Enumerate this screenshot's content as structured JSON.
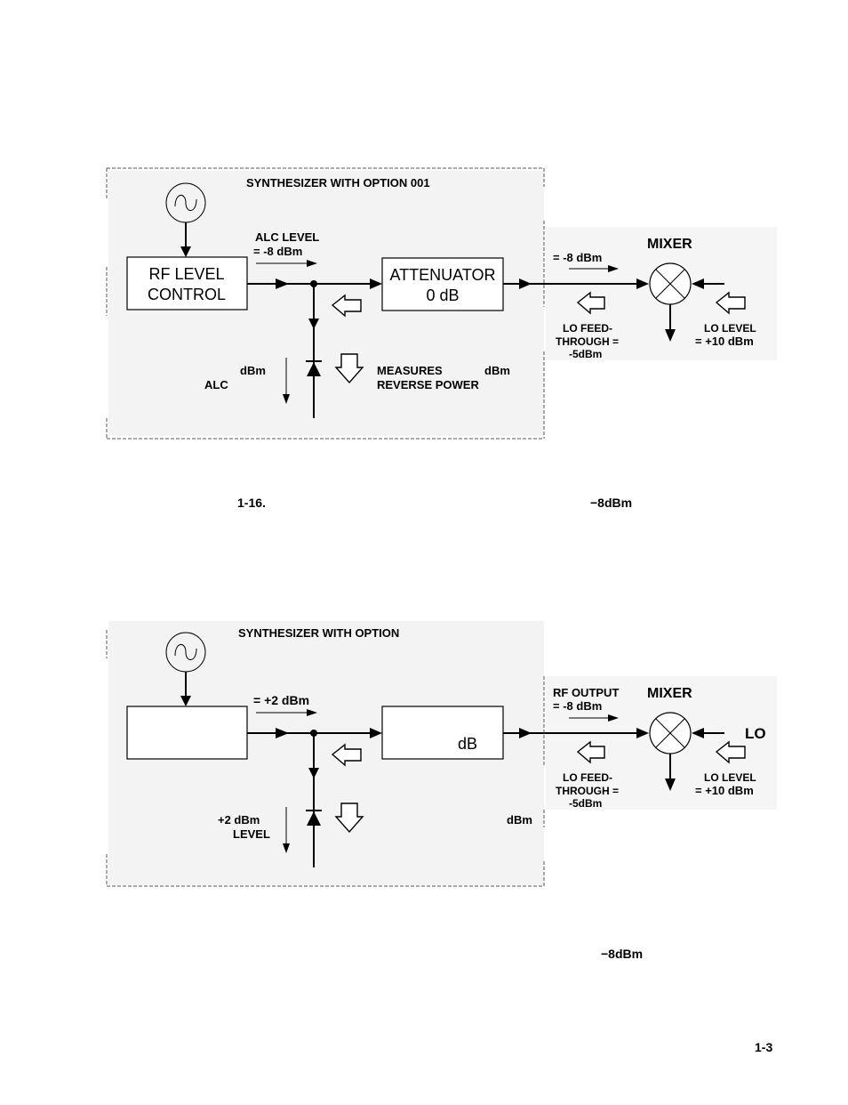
{
  "page_number": "1-3",
  "diagram1": {
    "title": "SYNTHESIZER WITH OPTION 001",
    "alc_level_line1": "ALC LEVEL",
    "alc_level_line2": "= -8 dBm",
    "rf_level_control_line1": "RF LEVEL",
    "rf_level_control_line2": "CONTROL",
    "attenuator_line1": "ATTENUATOR",
    "attenuator_line2": "0 dB",
    "rf_output_level": "= -8 dBm",
    "mixer_label": "MIXER",
    "lo_feedthrough_line1": "LO FEED-",
    "lo_feedthrough_line2": "THROUGH =",
    "lo_feedthrough_line3": "-5dBm",
    "lo_level_line1": "LO LEVEL",
    "lo_level_line2": "= +10 dBm",
    "alc_dbm": "dBm",
    "alc_label": "ALC",
    "measures_line1": "MEASURES",
    "measures_dbm": "dBm",
    "measures_line2": "REVERSE POWER"
  },
  "caption1": {
    "figure_number": "1-16.",
    "level": "−8dBm"
  },
  "diagram2": {
    "title": "SYNTHESIZER WITH OPTION",
    "alc_level": "= +2 dBm",
    "attenuator_db": "dB",
    "rf_output_line1": "RF OUTPUT",
    "rf_output_line2": "= -8 dBm",
    "mixer_label": "MIXER",
    "lo_label": "LO",
    "lo_feedthrough_line1": "LO FEED-",
    "lo_feedthrough_line2": "THROUGH =",
    "lo_feedthrough_line3": "-5dBm",
    "lo_level_line1": "LO LEVEL",
    "lo_level_line2": "= +10 dBm",
    "alc_dbm": "+2 dBm",
    "alc_label": "LEVEL",
    "measures_dbm": "dBm"
  },
  "caption2": {
    "level": "−8dBm"
  }
}
